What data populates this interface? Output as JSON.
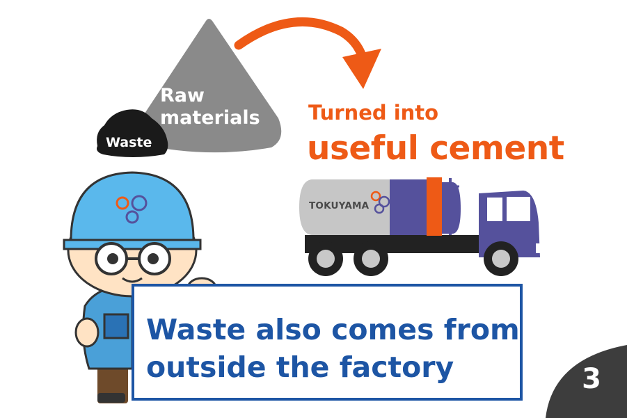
{
  "illustration": {
    "raw_materials_label": [
      "Raw",
      "materials"
    ],
    "waste_label": "Waste",
    "turned_into_label": "Turned into",
    "cement_label": "useful cement",
    "truck_logo_text": "TOKUYAMA"
  },
  "caption": {
    "lines": [
      "Waste also comes from",
      "outside the factory"
    ]
  },
  "page_number": "3",
  "colors": {
    "accent_orange": "#ee5a16",
    "caption_blue": "#1d55a4",
    "pile_gray": "#8a8a8a",
    "truck_purple": "#55519c",
    "badge_dark": "#3d3d3d"
  },
  "icons": [
    "raw-material-pile-icon",
    "waste-pile-icon",
    "curved-arrow-icon",
    "tanker-truck-icon",
    "worker-character-icon",
    "tokuyama-logo-icon"
  ]
}
